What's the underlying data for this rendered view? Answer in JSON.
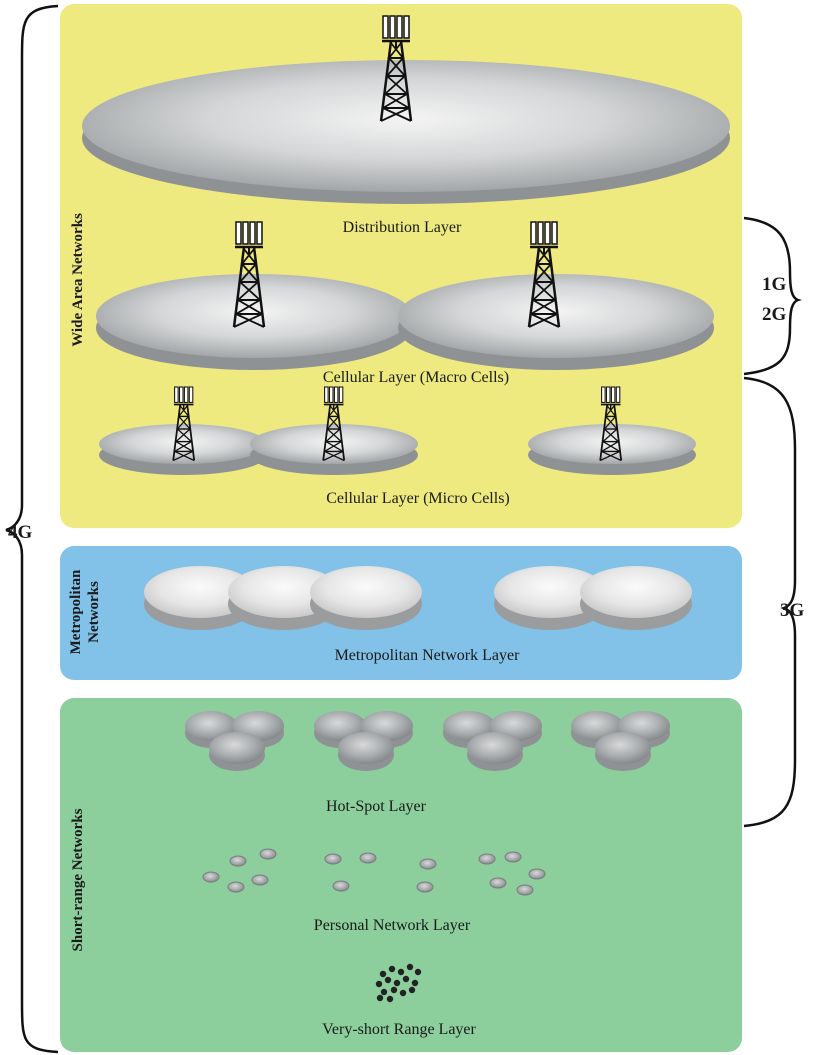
{
  "regions": {
    "wide_area": {
      "label": "Wide Area Networks",
      "color": "#eeea80"
    },
    "metropolitan": {
      "label_line1": "Metropolitan",
      "label_line2": "Networks",
      "color": "#82c1e8"
    },
    "short_range": {
      "label": "Short-range Networks",
      "color": "#8ccf9c"
    }
  },
  "layers": {
    "distribution": "Distribution Layer",
    "macro": "Cellular Layer (Macro Cells)",
    "micro": "Cellular Layer (Micro Cells)",
    "metropolitan": "Metropolitan Network Layer",
    "hotspot": "Hot-Spot Layer",
    "personal": "Personal Network Layer",
    "very_short": "Very-short Range Layer"
  },
  "generations": {
    "g4": "4G",
    "g12_line1": "1G",
    "g12_line2": "2G",
    "g3": "3G"
  },
  "icons": {
    "tower": "antenna-tower-icon",
    "disc": "coverage-disc-icon",
    "device": "device-dot-icon"
  },
  "colors": {
    "disc_light": "#f2f2f2",
    "disc_dark": "#8f9294",
    "disc_edge": "#6e7173",
    "device_dot": "#222222",
    "bracket": "#111111"
  }
}
